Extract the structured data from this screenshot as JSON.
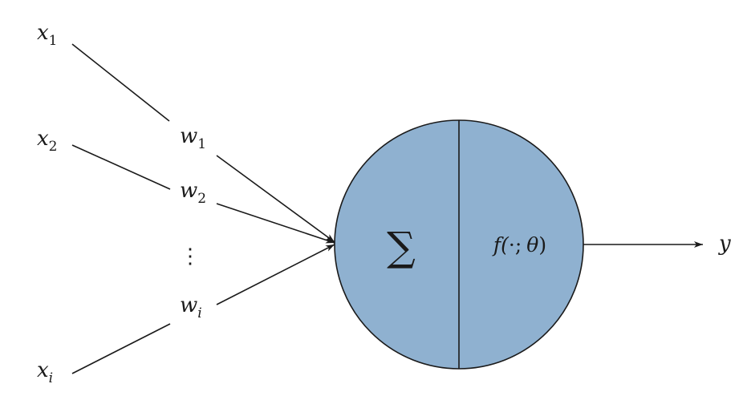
{
  "colors": {
    "neuron_fill": "#8fb1d0",
    "stroke": "#1a1a1a",
    "background": "#ffffff"
  },
  "inputs": [
    {
      "base": "x",
      "sub": "1"
    },
    {
      "base": "x",
      "sub": "2"
    },
    {
      "base": "x",
      "sub": "i"
    }
  ],
  "weights": [
    {
      "base": "w",
      "sub": "1"
    },
    {
      "base": "w",
      "sub": "2"
    },
    {
      "base": "w",
      "sub": "i"
    }
  ],
  "ellipsis": "⋮",
  "neuron": {
    "sum_symbol": "∑",
    "activation": {
      "prefix": "f(",
      "dot": "·",
      "sep": ";",
      "param": "θ",
      "suffix": ")"
    }
  },
  "output": {
    "label": "y"
  }
}
